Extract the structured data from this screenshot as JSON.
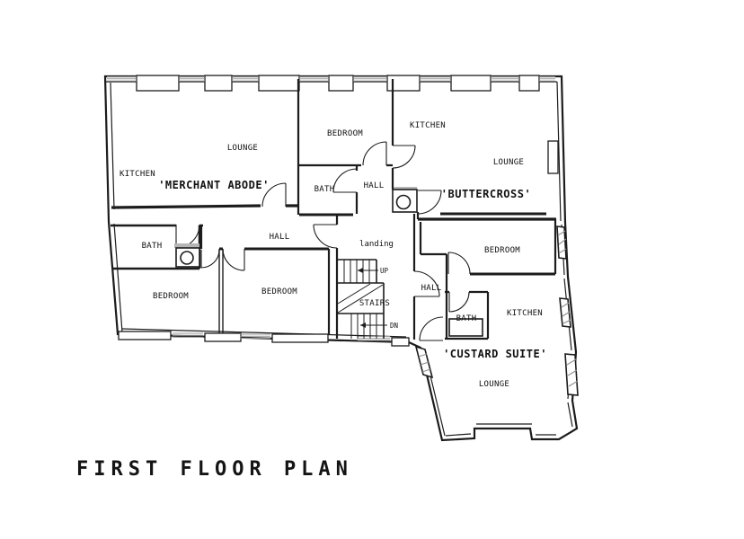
{
  "title": "FIRST FLOOR PLAN",
  "rooms": {
    "merchant": {
      "name": "'MERCHANT ABODE'",
      "kitchen": "KITCHEN",
      "lounge": "LOUNGE"
    },
    "top_flat": {
      "bedroom": "BEDROOM",
      "bath": "BATH",
      "hall": "HALL"
    },
    "buttercross": {
      "name": "'BUTTERCROSS'",
      "kitchen": "KITCHEN",
      "lounge": "LOUNGE"
    },
    "left_flat": {
      "bath": "BATH",
      "hall": "HALL",
      "bedroom_left": "BEDROOM",
      "bedroom_right": "BEDROOM"
    },
    "custard": {
      "name": "'CUSTARD SUITE'",
      "hall": "HALL",
      "bedroom": "BEDROOM",
      "bath": "BATH",
      "kitchen": "KITCHEN",
      "lounge": "LOUNGE"
    }
  },
  "stairwell": {
    "landing": "landing",
    "stairs": "STAIRS",
    "up": "UP",
    "dn": "DN"
  },
  "colors": {
    "line": "#1c1c1c",
    "window": "#9a9a9a",
    "background": "#ffffff"
  }
}
